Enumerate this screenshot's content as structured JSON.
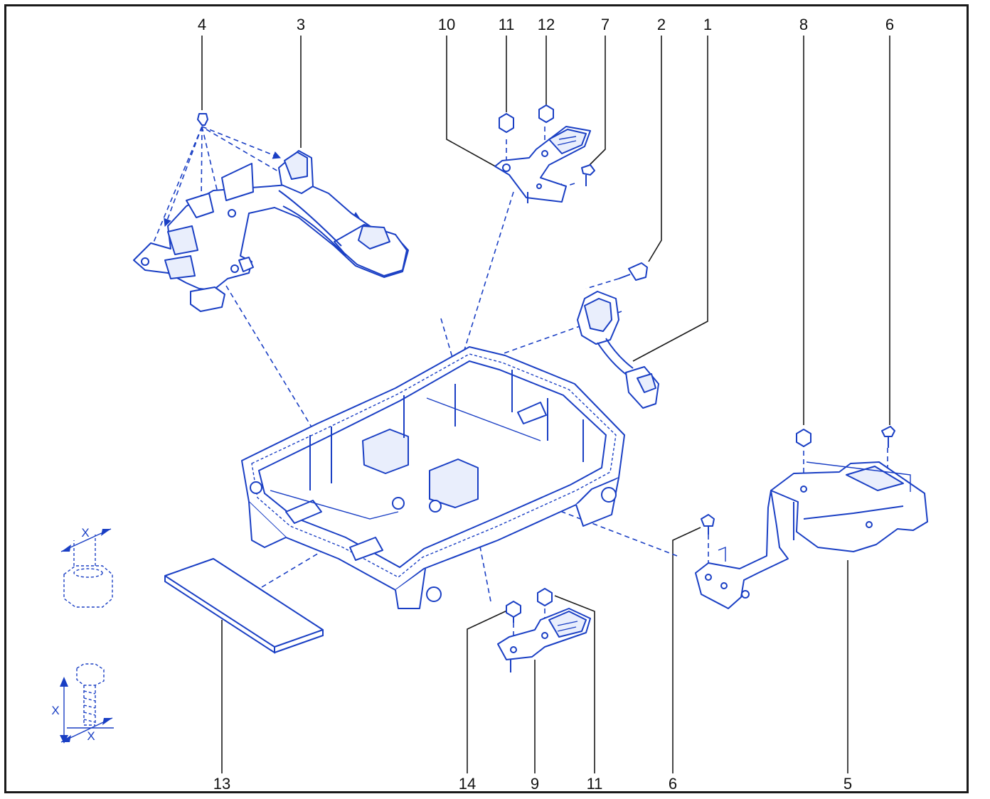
{
  "callouts": {
    "c4": "4",
    "c3": "3",
    "c10": "10",
    "c11_top": "11",
    "c12": "12",
    "c7": "7",
    "c2": "2",
    "c1": "1",
    "c8": "8",
    "c6_top": "6",
    "c13": "13",
    "c14": "14",
    "c9": "9",
    "c11_bottom": "11",
    "c6_bottom": "6",
    "c5": "5"
  },
  "dimensions": {
    "x_nut": "X",
    "x_bolt_vertical": "X",
    "x_bolt_horizontal": "X"
  },
  "colors": {
    "line": "#1a3fc4",
    "frame": "#1a1a1a",
    "background": "#ffffff"
  }
}
